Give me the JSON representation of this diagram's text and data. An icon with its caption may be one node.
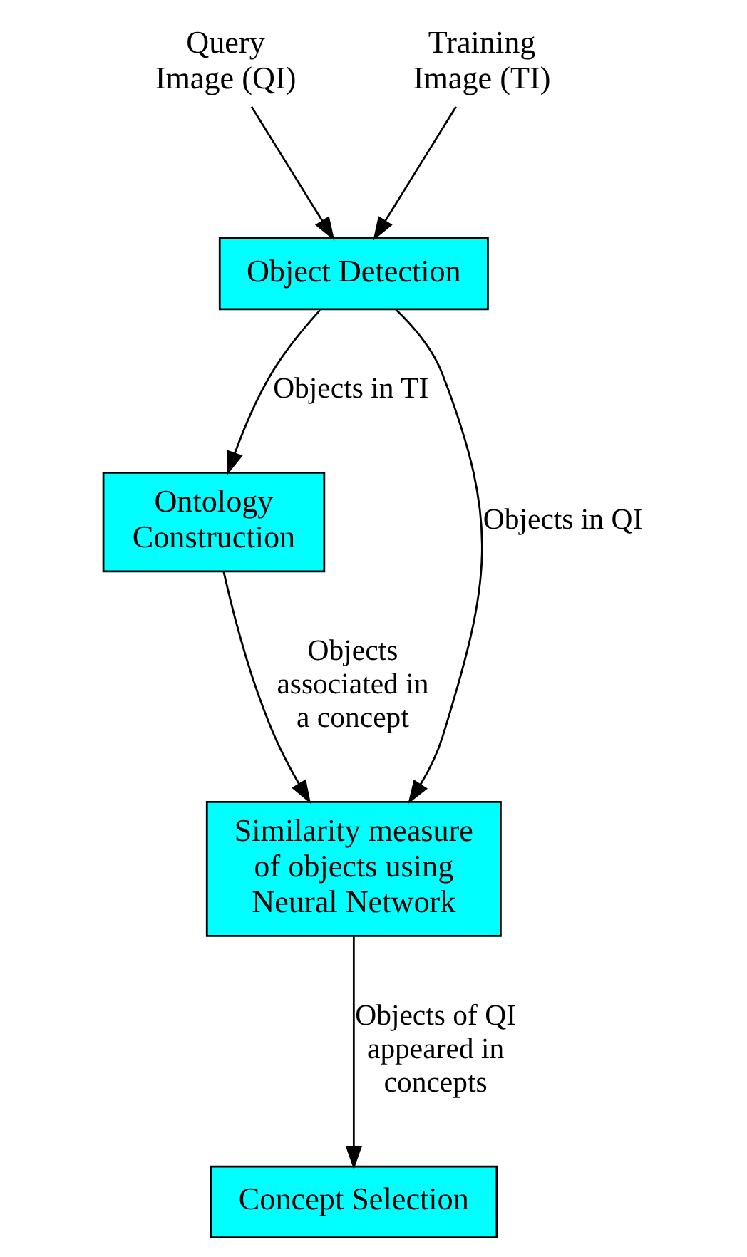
{
  "diagram": {
    "nodes": [
      {
        "text": [
          "Query Image (QI)"
        ]
      },
      {
        "text": [
          "Training Image (TI)"
        ]
      },
      {
        "text": [
          "Object Detection"
        ]
      },
      {
        "text": [
          "Ontology Construction"
        ]
      },
      {
        "text": [
          "Similarity measure of objects using Neural Network"
        ]
      },
      {
        "text": [
          "Concept Selection"
        ]
      }
    ],
    "edges": [
      {
        "from": 0,
        "to": 2,
        "arrow": "to"
      },
      {
        "from": 1,
        "to": 2,
        "arrow": "to"
      },
      {
        "from": 2,
        "to": 3,
        "arrow": "to",
        "label": "Objects in TI"
      },
      {
        "from": 3,
        "to": 4,
        "arrow": "to",
        "label": "Objects associated in a concept"
      },
      {
        "from": 2,
        "to": 4,
        "arrow": "to",
        "label": "Objects in QI"
      },
      {
        "from": 4,
        "to": 5,
        "arrow": "to",
        "label": "Objects of QI appeared in concepts"
      }
    ]
  }
}
